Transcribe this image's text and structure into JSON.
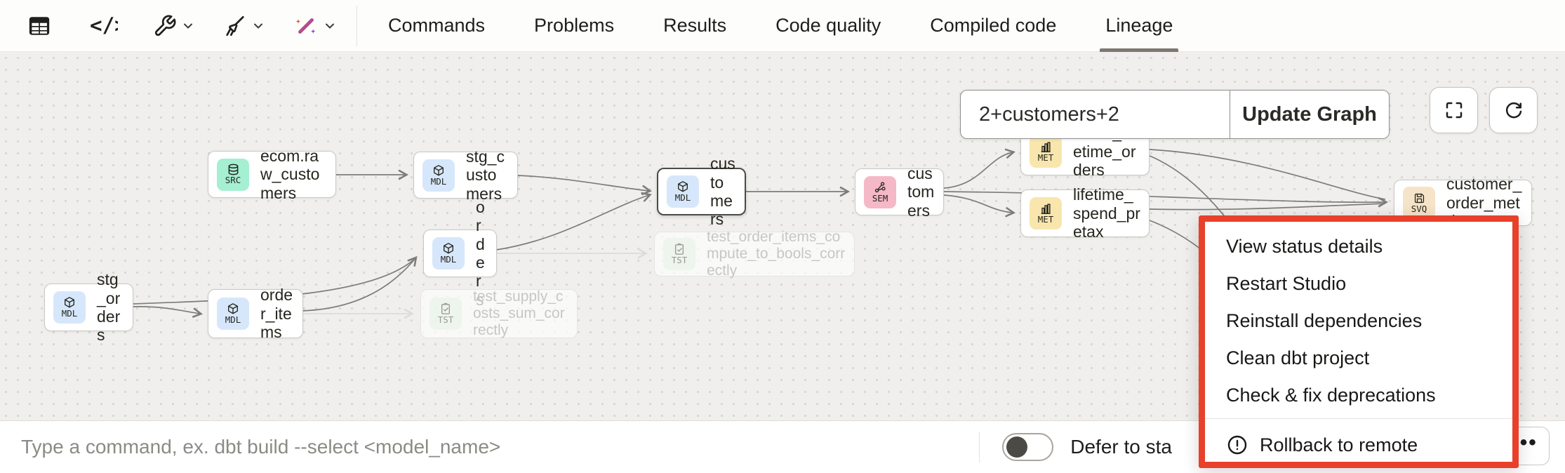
{
  "toolbar": {
    "icons": [
      "table",
      "code",
      "wrench",
      "broom",
      "magic-wand"
    ]
  },
  "tabs": {
    "items": [
      "Commands",
      "Problems",
      "Results",
      "Code quality",
      "Compiled code",
      "Lineage"
    ],
    "active": "Lineage"
  },
  "graph": {
    "search_value": "2+customers+2",
    "update_button": "Update Graph",
    "nodes": [
      {
        "label": "ecom.raw_customers",
        "badge": "SRC",
        "type": "source"
      },
      {
        "label": "stg_customers",
        "badge": "MDL",
        "type": "model"
      },
      {
        "label": "customers",
        "badge": "MDL",
        "type": "model",
        "selected": true
      },
      {
        "label": "customers",
        "badge": "SEM",
        "type": "semantic"
      },
      {
        "label": "count_lifetime_orders",
        "badge": "MET",
        "type": "metric"
      },
      {
        "label": "lifetime_spend_pretax",
        "badge": "MET",
        "type": "metric"
      },
      {
        "label": "customer_order_metrics",
        "badge": "SVQ",
        "type": "saved-query"
      },
      {
        "label": "orders",
        "badge": "MDL",
        "type": "model"
      },
      {
        "label": "test_order_items_compute_to_bools_correctly",
        "badge": "TST",
        "type": "test",
        "faded": true
      },
      {
        "label": "stg_orders",
        "badge": "MDL",
        "type": "model"
      },
      {
        "label": "order_items",
        "badge": "MDL",
        "type": "model"
      },
      {
        "label": "test_supply_costs_sum_correctly",
        "badge": "TST",
        "type": "test",
        "faded": true
      }
    ],
    "edges": [
      {
        "from": "ecom.raw_customers",
        "to": "stg_customers"
      },
      {
        "from": "stg_customers",
        "to": "customers (model)"
      },
      {
        "from": "orders",
        "to": "customers (model)"
      },
      {
        "from": "customers (model)",
        "to": "customers (semantic)"
      },
      {
        "from": "customers (semantic)",
        "to": "count_lifetime_orders"
      },
      {
        "from": "customers (semantic)",
        "to": "lifetime_spend_pretax"
      },
      {
        "from": "customers (semantic)",
        "to": "customer_order_metrics"
      },
      {
        "from": "count_lifetime_orders",
        "to": "customer_order_metrics"
      },
      {
        "from": "lifetime_spend_pretax",
        "to": "customer_order_metrics"
      },
      {
        "from": "stg_orders",
        "to": "order_items"
      },
      {
        "from": "stg_orders",
        "to": "orders"
      },
      {
        "from": "order_items",
        "to": "orders"
      },
      {
        "from": "order_items",
        "to": "test_supply_costs_sum_correctly",
        "faded": true
      },
      {
        "from": "orders",
        "to": "test_order_items_compute_to_bools_correctly",
        "faded": true
      }
    ]
  },
  "context_menu": {
    "items": [
      "View status details",
      "Restart Studio",
      "Reinstall dependencies",
      "Clean dbt project",
      "Check & fix deprecations"
    ],
    "danger_item": "Rollback to remote"
  },
  "command_bar": {
    "placeholder": "Type a command, ex. dbt build --select <model_name>",
    "defer_label": "Defer to sta",
    "more_label": "•••"
  },
  "colors": {
    "highlight_red": "#e8402a",
    "badge_src": "#a5efd3",
    "badge_mdl": "#d7e7fb",
    "badge_sem": "#f5b8c6",
    "badge_met": "#f8e6ad",
    "badge_svq": "#f6e4c8",
    "badge_tst": "#dff2df",
    "active_tab_underline": "#7d7871"
  }
}
